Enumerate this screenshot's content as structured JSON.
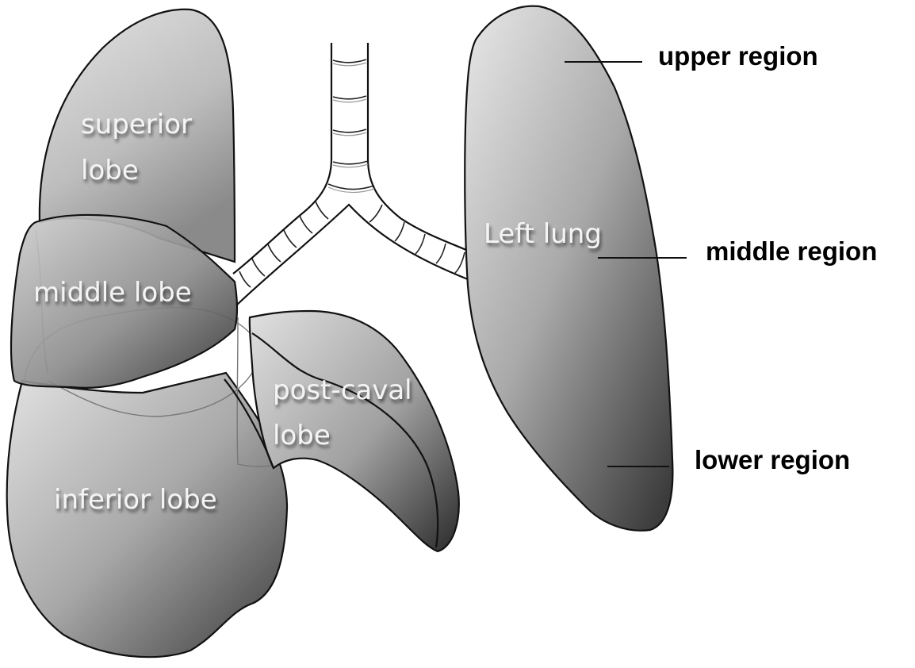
{
  "figure": {
    "title": "Lung lobes and regions diagram"
  },
  "lobes": {
    "superior": {
      "line1": "superior",
      "line2": "lobe"
    },
    "middle": {
      "text": "middle lobe"
    },
    "inferior": {
      "text": "inferior lobe"
    },
    "post_caval": {
      "line1": "post-caval",
      "line2": "lobe"
    },
    "left_lung": {
      "text": "Left lung"
    }
  },
  "regions": {
    "upper": "upper region",
    "middle": "middle region",
    "lower": "lower region"
  },
  "colors": {
    "lung_light": "#e6e6e6",
    "lung_dark": "#3a3a3a",
    "outline": "#111111",
    "background": "#ffffff"
  }
}
